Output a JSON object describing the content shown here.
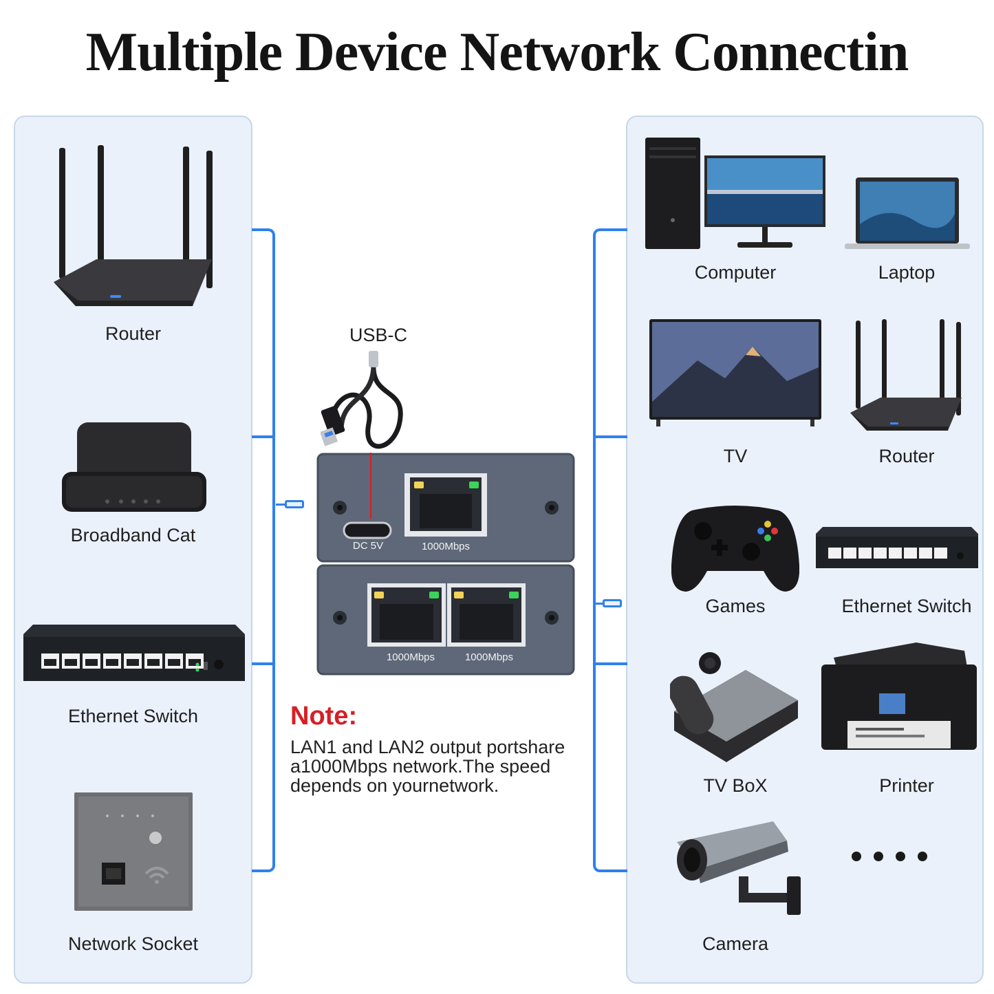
{
  "title": "Multiple Device Network Connectin",
  "left_devices": [
    {
      "label": "Router",
      "icon": "router-icon"
    },
    {
      "label": "Broadband Cat",
      "icon": "modem-icon"
    },
    {
      "label": "Ethernet Switch",
      "icon": "switch-icon"
    },
    {
      "label": "Network Socket",
      "icon": "wall-socket-icon"
    }
  ],
  "right_devices": [
    {
      "label": "Computer",
      "icon": "desktop-computer-icon"
    },
    {
      "label": "Laptop",
      "icon": "laptop-icon"
    },
    {
      "label": "TV",
      "icon": "tv-icon"
    },
    {
      "label": "Router",
      "icon": "router-icon"
    },
    {
      "label": "Games",
      "icon": "game-controller-icon"
    },
    {
      "label": "Ethernet Switch",
      "icon": "switch-icon"
    },
    {
      "label": "TV BoX",
      "icon": "tv-box-icon"
    },
    {
      "label": "Printer",
      "icon": "printer-icon"
    },
    {
      "label": "Camera",
      "icon": "security-camera-icon"
    }
  ],
  "adapter": {
    "cable_label": "USB-C",
    "dc_label": "DC 5V",
    "port_top_label": "1000Mbps",
    "port_bottom_left_label": "1000Mbps",
    "port_bottom_right_label": "1000Mbps"
  },
  "note": {
    "title": "Note:",
    "text": "LAN1 and LAN2 output portshare a1000Mbps network.The speed depends on yournetwork."
  },
  "colors": {
    "accent_blue": "#2f80ed",
    "note_red": "#d71f26",
    "panel_bg": "#eaf1fb",
    "adapter_gray": "#5e6878",
    "led_green": "#3cd35a",
    "led_yellow": "#f2d35a"
  }
}
